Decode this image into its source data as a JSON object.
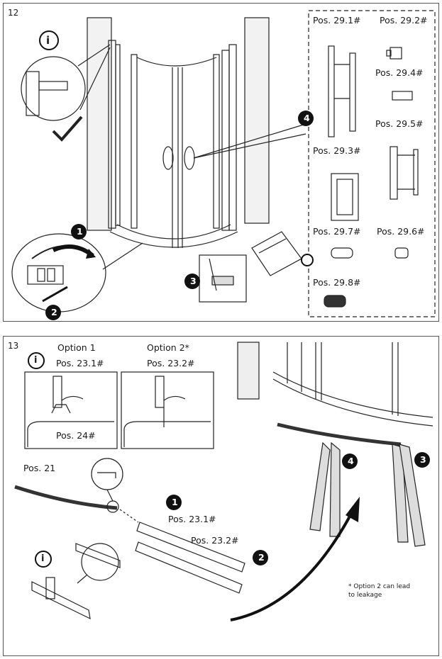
{
  "step12": {
    "number": "12",
    "parts": [
      {
        "label": "Pos. 29.1#"
      },
      {
        "label": "Pos. 29.2#"
      },
      {
        "label": "Pos. 29.4#"
      },
      {
        "label": "Pos. 29.5#"
      },
      {
        "label": "Pos. 29.3#"
      },
      {
        "label": "Pos. 29.7#"
      },
      {
        "label": "Pos. 29.6#"
      },
      {
        "label": "Pos. 29.8#"
      }
    ],
    "callouts": [
      "1",
      "2",
      "3",
      "4"
    ],
    "info_icon": "i"
  },
  "step13": {
    "number": "13",
    "option1": {
      "title": "Option 1",
      "seal": "Pos. 23.1#",
      "part": "Pos. 24#"
    },
    "option2": {
      "title": "Option 2*",
      "seal": "Pos. 23.2#"
    },
    "profile_label": "Pos. 21",
    "seal_labels": [
      "Pos. 23.1#",
      "Pos. 23.2#"
    ],
    "callouts": [
      "1",
      "2",
      "3",
      "4"
    ],
    "footnote_line1": "* Option 2 can lead",
    "footnote_line2": "to leakage",
    "info_icon": "i"
  }
}
